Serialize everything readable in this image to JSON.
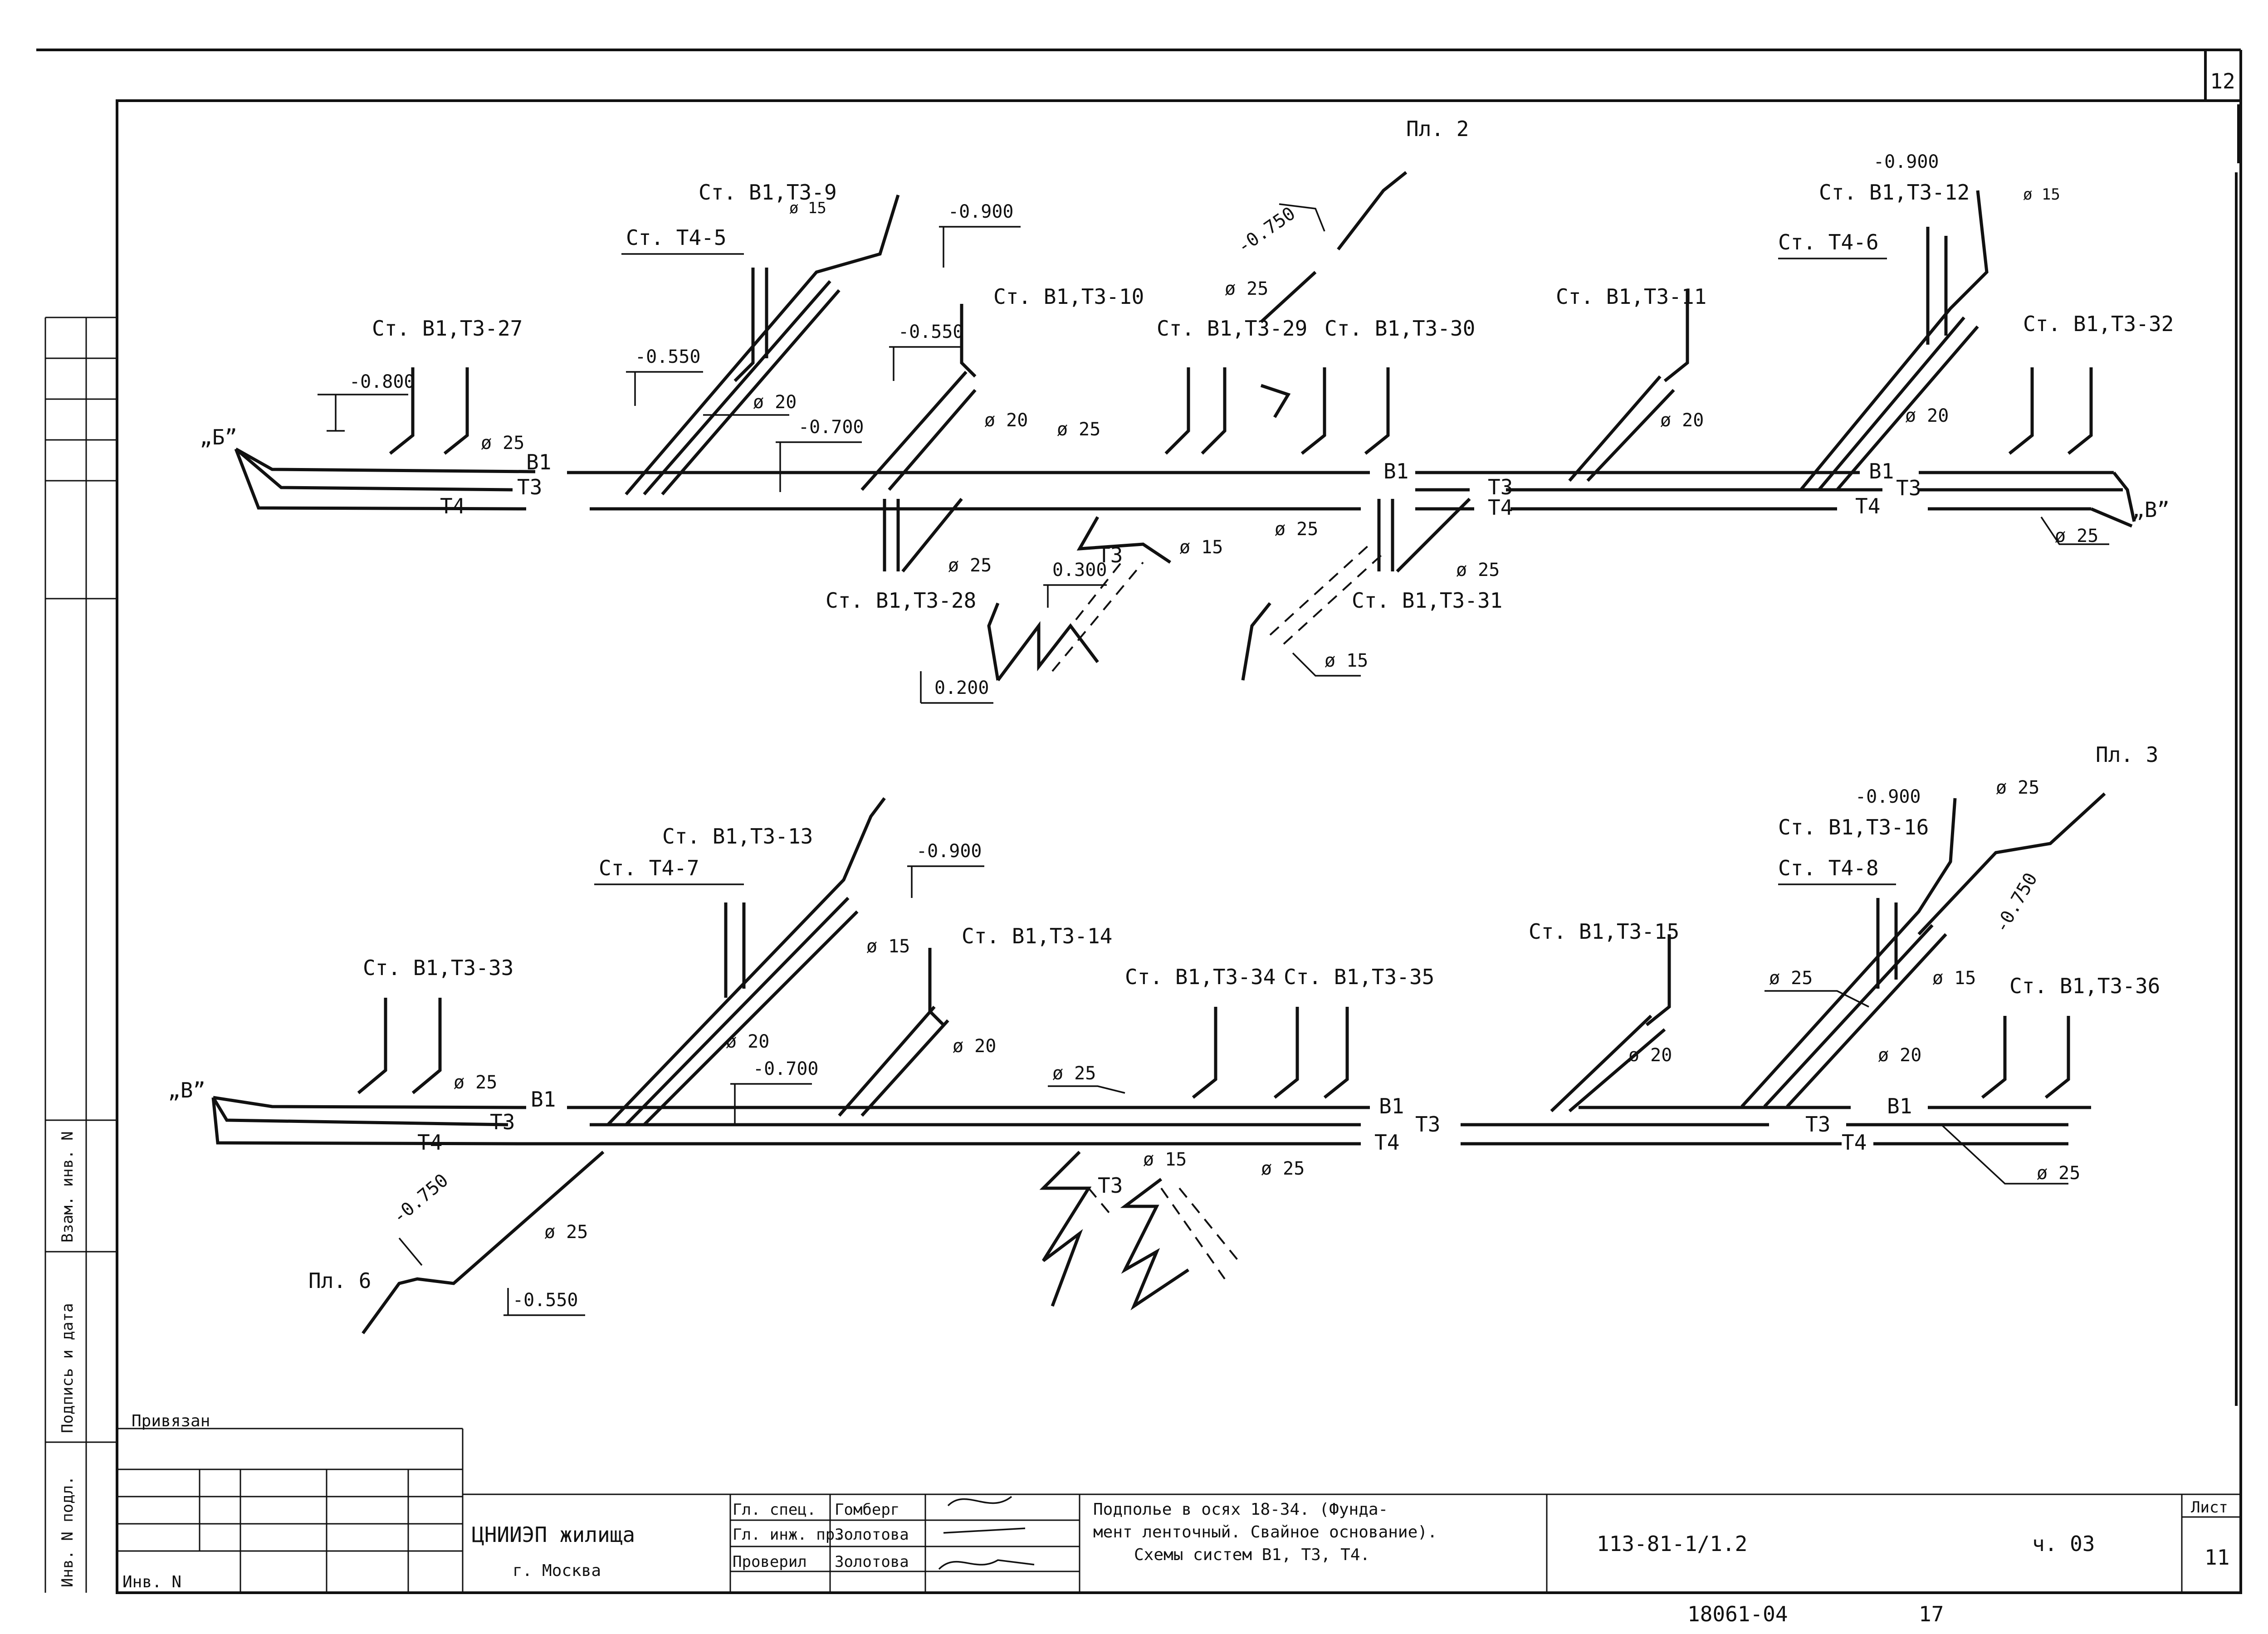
{
  "sheet": {
    "number_top": "12",
    "sheet_no": "11",
    "sheet_header": "Лист",
    "bottom_note": "18061-04",
    "bottom_page": "17"
  },
  "plan1": {
    "title": "Пл. 2",
    "points": [
      "„Б”",
      "„В”"
    ],
    "risers": {
      "r27": "Ст. В1,Т3-27",
      "r9": "Ст. В1,Т3-9",
      "t45": "Ст. Т4-5",
      "r10": "Ст. В1,Т3-10",
      "r29": "Ст. В1,Т3-29",
      "r30": "Ст. В1,Т3-30",
      "r11": "Ст. В1,Т3-11",
      "r12": "Ст. В1,Т3-12",
      "t46": "Ст. Т4-6",
      "r32": "Ст. В1,Т3-32",
      "r28": "Ст. В1,Т3-28",
      "r31": "Ст. В1,Т3-31"
    },
    "levels": {
      "m800": "-0.800",
      "m550": "-0.550",
      "m900": "-0.900",
      "m550b": "-0.550",
      "m700": "-0.700",
      "m750": "-0.750",
      "p300": "0.300",
      "p200": "0.200",
      "m900b": "-0.900"
    },
    "diams": {
      "d25a": "ø 25",
      "d15a": "ø 15",
      "d20a": "ø 20",
      "d20b": "ø 20",
      "d25b": "ø 25",
      "d25c": "ø 25",
      "d25d": "ø 25",
      "d15b": "ø 15",
      "d25e": "ø 25",
      "d25f": "ø 25",
      "d15c": "ø 15",
      "d20c": "ø 20",
      "d20d": "ø 20",
      "d15d": "ø 15",
      "d25g": "ø 25"
    },
    "lines": {
      "b1": "В1",
      "t3": "Т3",
      "t4": "Т4"
    }
  },
  "plan2": {
    "title": "Пл. 3",
    "plan6": "Пл. 6",
    "points": [
      "„В”"
    ],
    "risers": {
      "r33": "Ст. В1,Т3-33",
      "r13": "Ст. В1,Т3-13",
      "t47": "Ст. Т4-7",
      "r14": "Ст. В1,Т3-14",
      "r34": "Ст. В1,Т3-34",
      "r35": "Ст. В1,Т3-35",
      "r15": "Ст. В1,Т3-15",
      "r16": "Ст. В1,Т3-16",
      "t48": "Ст. Т4-8",
      "r36": "Ст. В1,Т3-36"
    },
    "levels": {
      "m900": "-0.900",
      "m700": "-0.700",
      "m750": "-0.750",
      "m550": "-0.550",
      "m900b": "-0.900",
      "m750b": "-0.750"
    },
    "diams": {
      "d25a": "ø 25",
      "d20a": "ø 20",
      "d15a": "ø 15",
      "d20b": "ø 20",
      "d25b": "ø 25",
      "d15b": "ø 15",
      "d25c": "ø 25",
      "d25d": "ø 25",
      "d20c": "ø 20",
      "d25e": "ø 25",
      "d20d": "ø 20",
      "d25f": "ø 25",
      "d15c": "ø 15",
      "d25g": "ø 25"
    },
    "lines": {
      "b1": "В1",
      "t3": "Т3",
      "t4": "Т4"
    }
  },
  "title_block": {
    "bound": "Привязан",
    "inv_no": "Инв. N",
    "org_line1": "ЦНИИЭП жилища",
    "org_line2": "г. Москва",
    "role1": "Гл. спец.",
    "name1": "Гомберг",
    "role2": "Гл. инж. пр.",
    "name2": "Золотова",
    "role3": "Проверил",
    "name3": "Золотова",
    "title_line1": "Подполье в осях 18-34. (Фунда-",
    "title_line2": "мент ленточный. Свайное основание).",
    "title_line3": "Схемы систем В1, Т3, Т4.",
    "code": "113-81-1/1.2",
    "part": "ч. 03"
  },
  "side_stamp": {
    "s1": "Взам. инв. N",
    "s2": "Подпись и дата",
    "s3": "Инв. N подл."
  }
}
